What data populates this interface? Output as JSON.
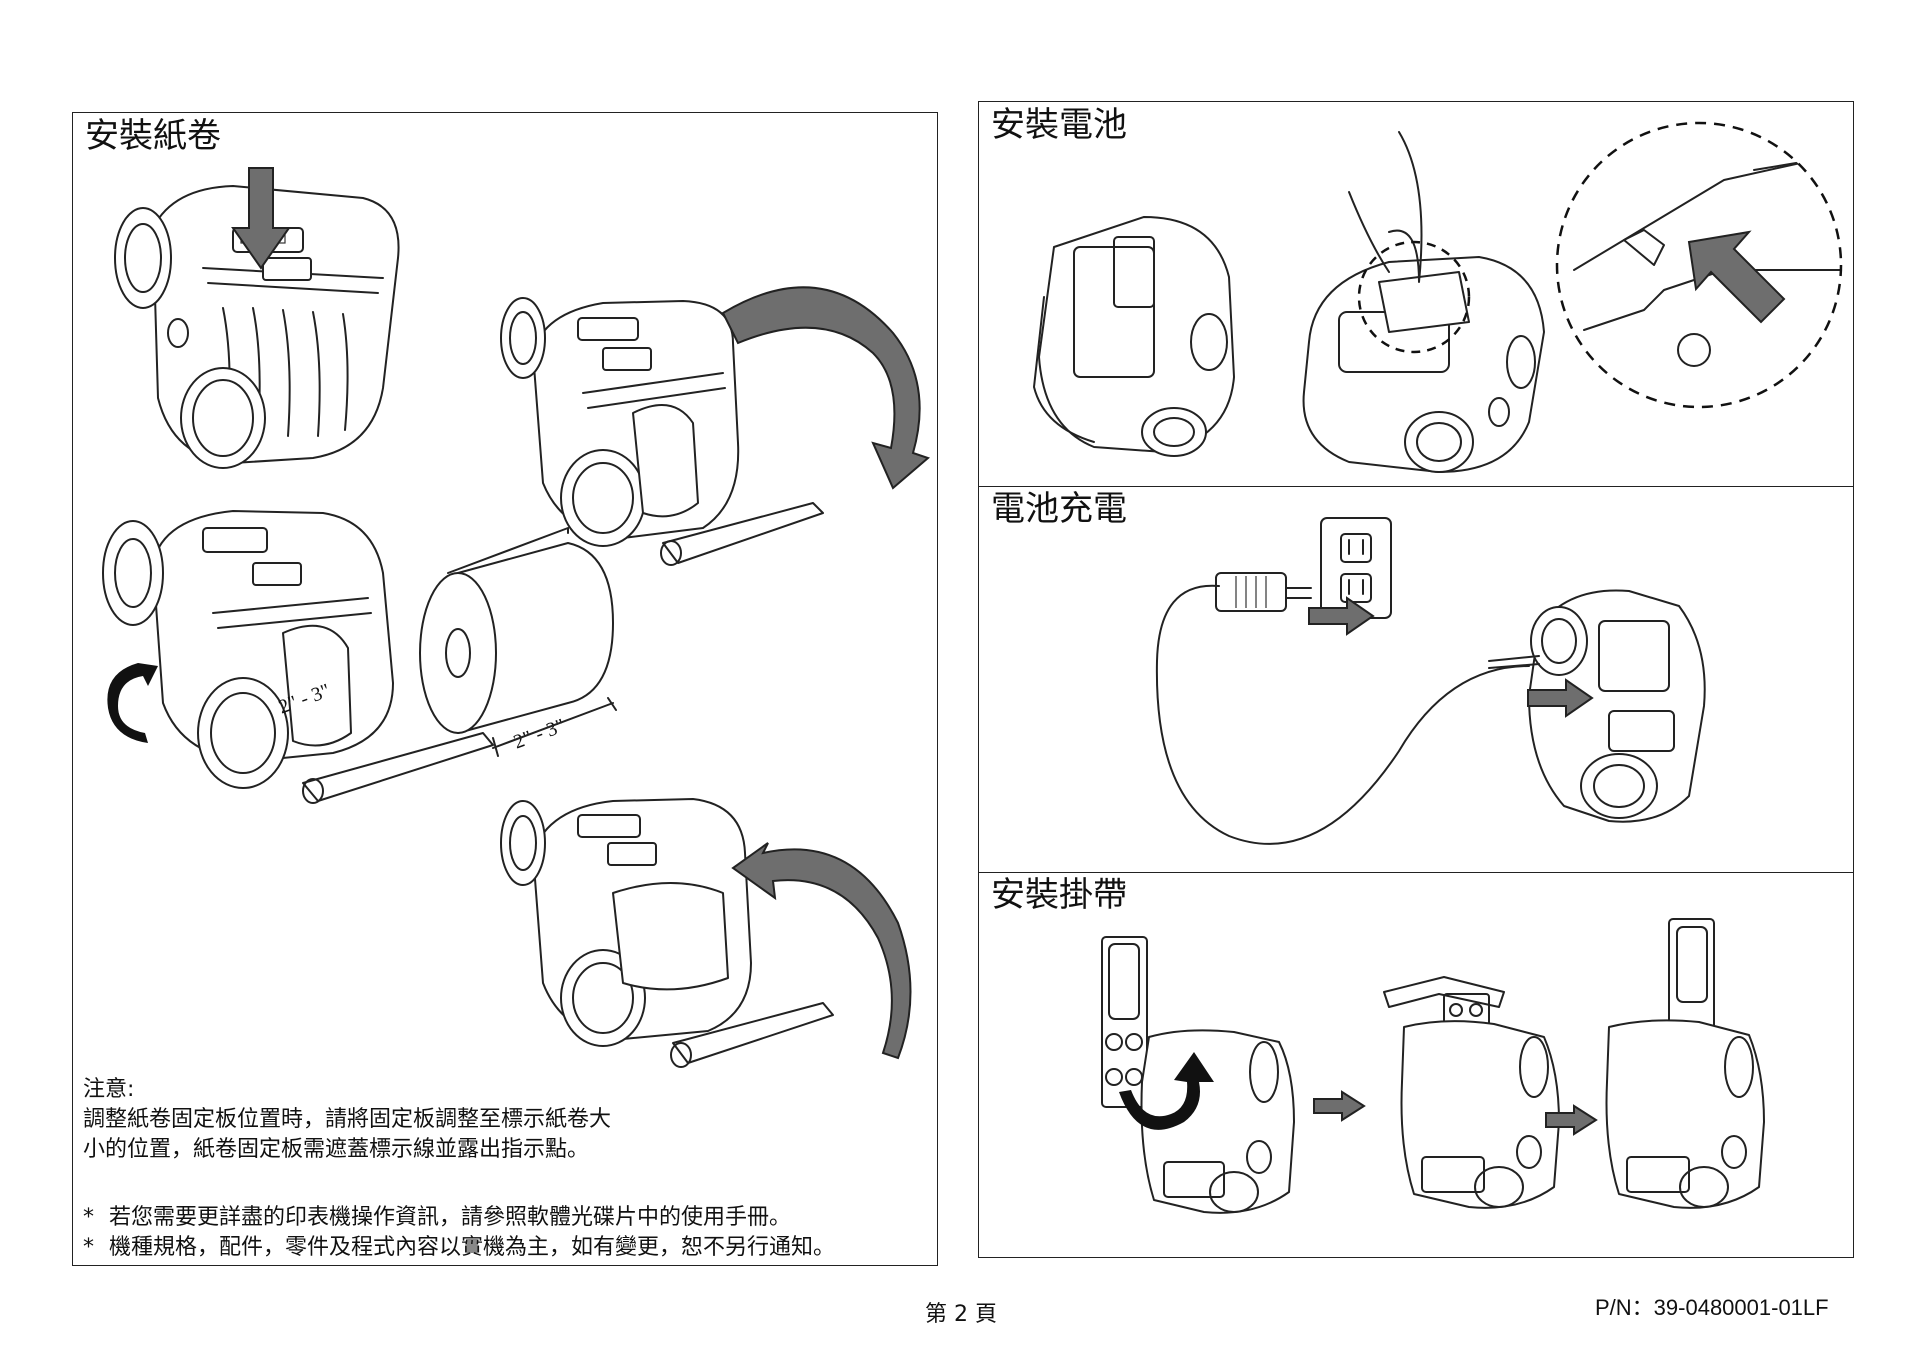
{
  "left_panel": {
    "title": "安裝紙卷",
    "dimension_labels": [
      "2\" - 3\"",
      "2\" - 3\""
    ],
    "note": {
      "heading": "注意:",
      "lines": [
        "調整紙卷固定板位置時，請將固定板調整至標示紙卷大",
        "小的位置，紙卷固定板需遮蓋標示線並露出指示點。"
      ]
    },
    "bullets": [
      {
        "marker": "*",
        "text": "若您需要更詳盡的印表機操作資訊，請參照軟體光碟片中的使用手冊。"
      },
      {
        "marker": "*",
        "text": "機種規格，配件，零件及程式內容以實機為主，如有變更，恕不另行通知。"
      }
    ]
  },
  "right_panel": {
    "sections": [
      {
        "title": "安裝電池"
      },
      {
        "title": "電池充電"
      },
      {
        "title": "安裝掛帶"
      }
    ]
  },
  "footer": {
    "page": "第 2 頁",
    "part_number": "P/N：39-0480001-01LF"
  },
  "colors": {
    "line": "#222222",
    "arrow_gray": "#6e6e6e",
    "arrow_black": "#111111",
    "background": "#ffffff"
  }
}
